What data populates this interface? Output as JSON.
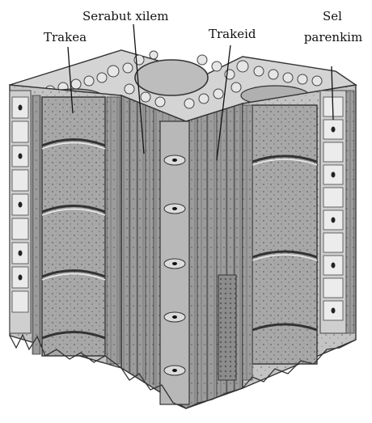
{
  "labels": {
    "trakea": "Trakea",
    "serabut_xilem": "Serabut xilem",
    "trakeid": "Trakeid",
    "sel_parenkim_line1": "Sel",
    "sel_parenkim_line2": "parenkim"
  }
}
